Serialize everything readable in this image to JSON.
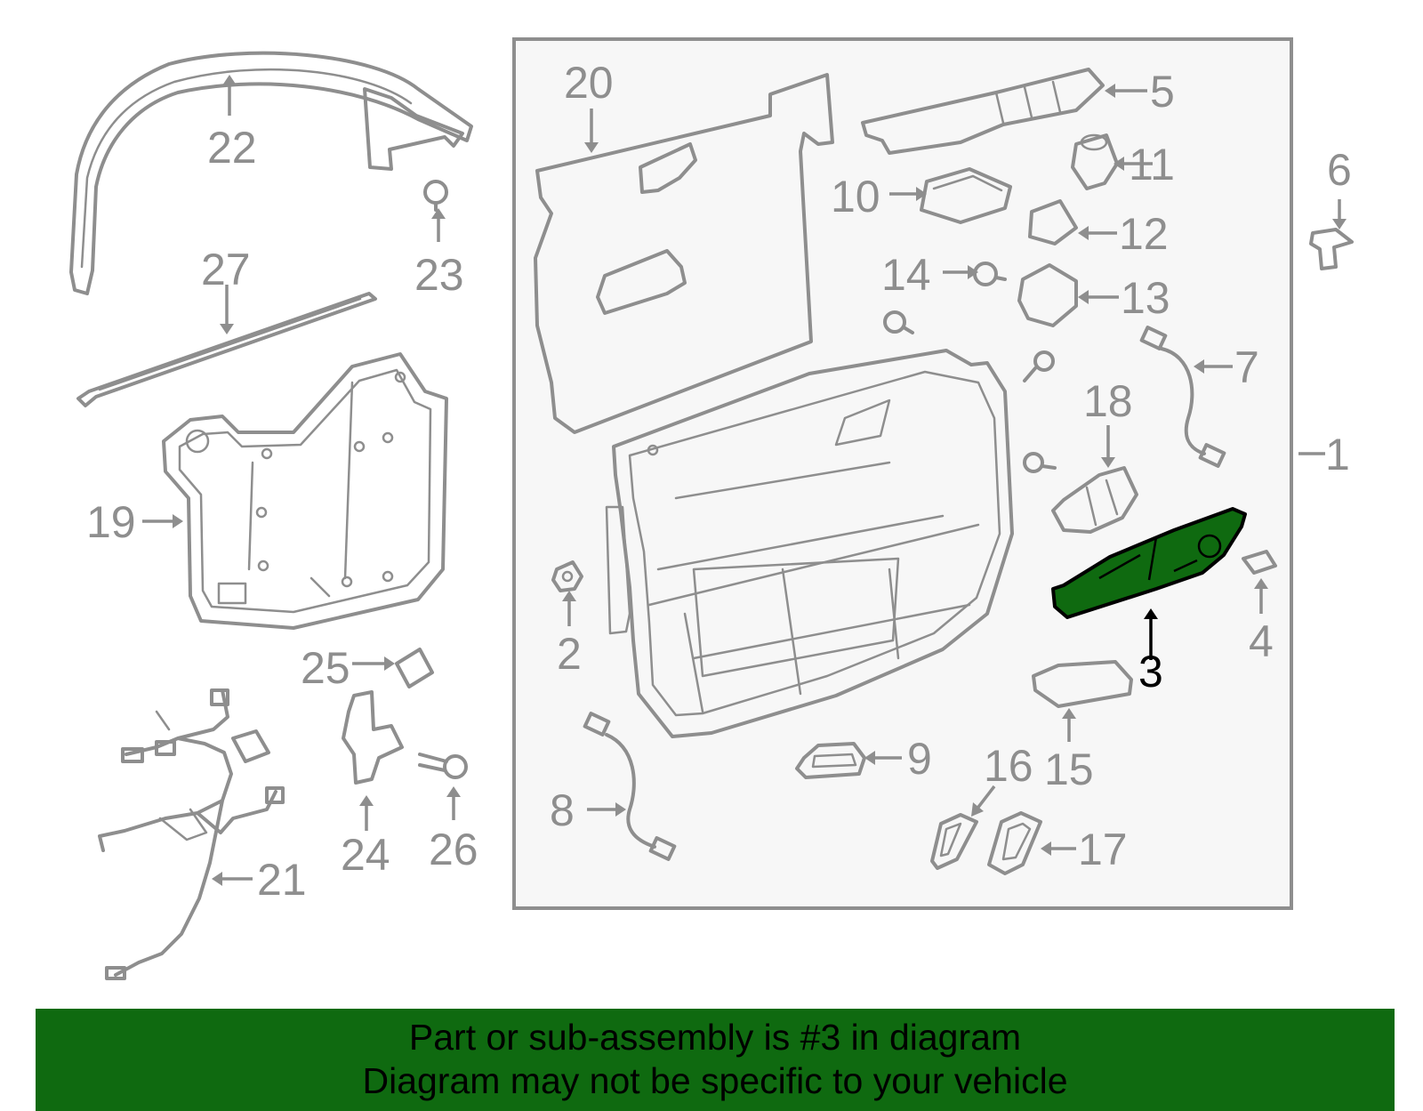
{
  "callouts": {
    "c1": "1",
    "c2": "2",
    "c3": "3",
    "c4": "4",
    "c5": "5",
    "c6": "6",
    "c7": "7",
    "c8": "8",
    "c9": "9",
    "c10": "10",
    "c11": "11",
    "c12": "12",
    "c13": "13",
    "c14": "14",
    "c15": "15",
    "c16": "16",
    "c17": "17",
    "c18": "18",
    "c19": "19",
    "c20": "20",
    "c21": "21",
    "c22": "22",
    "c23": "23",
    "c24": "24",
    "c25": "25",
    "c26": "26",
    "c27": "27"
  },
  "highlight": {
    "part": "3",
    "color": "#0f6a10"
  },
  "colors": {
    "line": "#8e8e8e",
    "panel_bg": "#f7f7f7",
    "banner": "#0f6a10"
  },
  "footer": {
    "line1": "Part or sub-assembly is #3 in diagram",
    "line2": "Diagram may not be specific to your vehicle"
  }
}
